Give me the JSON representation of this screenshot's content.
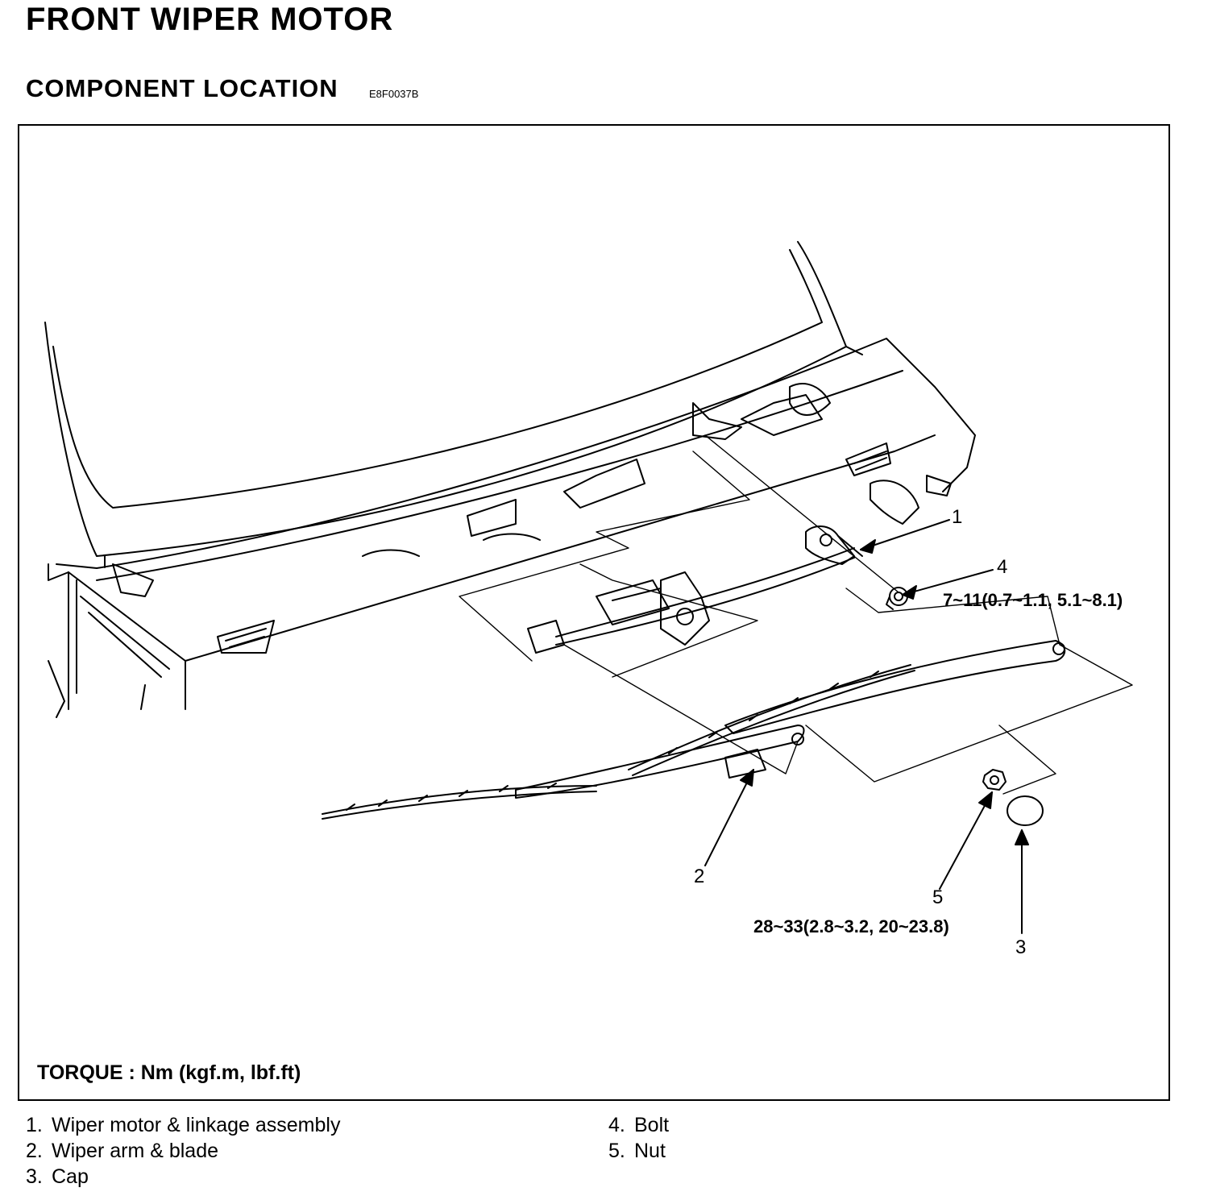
{
  "title": "FRONT WIPER MOTOR",
  "subtitle": "COMPONENT LOCATION",
  "figure_code": "E8F0037B",
  "callouts": {
    "c1": "1",
    "c2": "2",
    "c3": "3",
    "c4": "4",
    "c5": "5"
  },
  "torque_values": {
    "bolt": "7~11(0.7~1.1, 5.1~8.1)",
    "nut": "28~33(2.8~3.2, 20~23.8)"
  },
  "torque_note": "TORQUE : Nm (kgf.m, lbf.ft)",
  "legend": [
    {
      "num": "1.",
      "label": "Wiper motor & linkage assembly"
    },
    {
      "num": "2.",
      "label": "Wiper arm & blade"
    },
    {
      "num": "3.",
      "label": "Cap"
    },
    {
      "num": "4.",
      "label": "Bolt"
    },
    {
      "num": "5.",
      "label": "Nut"
    }
  ]
}
